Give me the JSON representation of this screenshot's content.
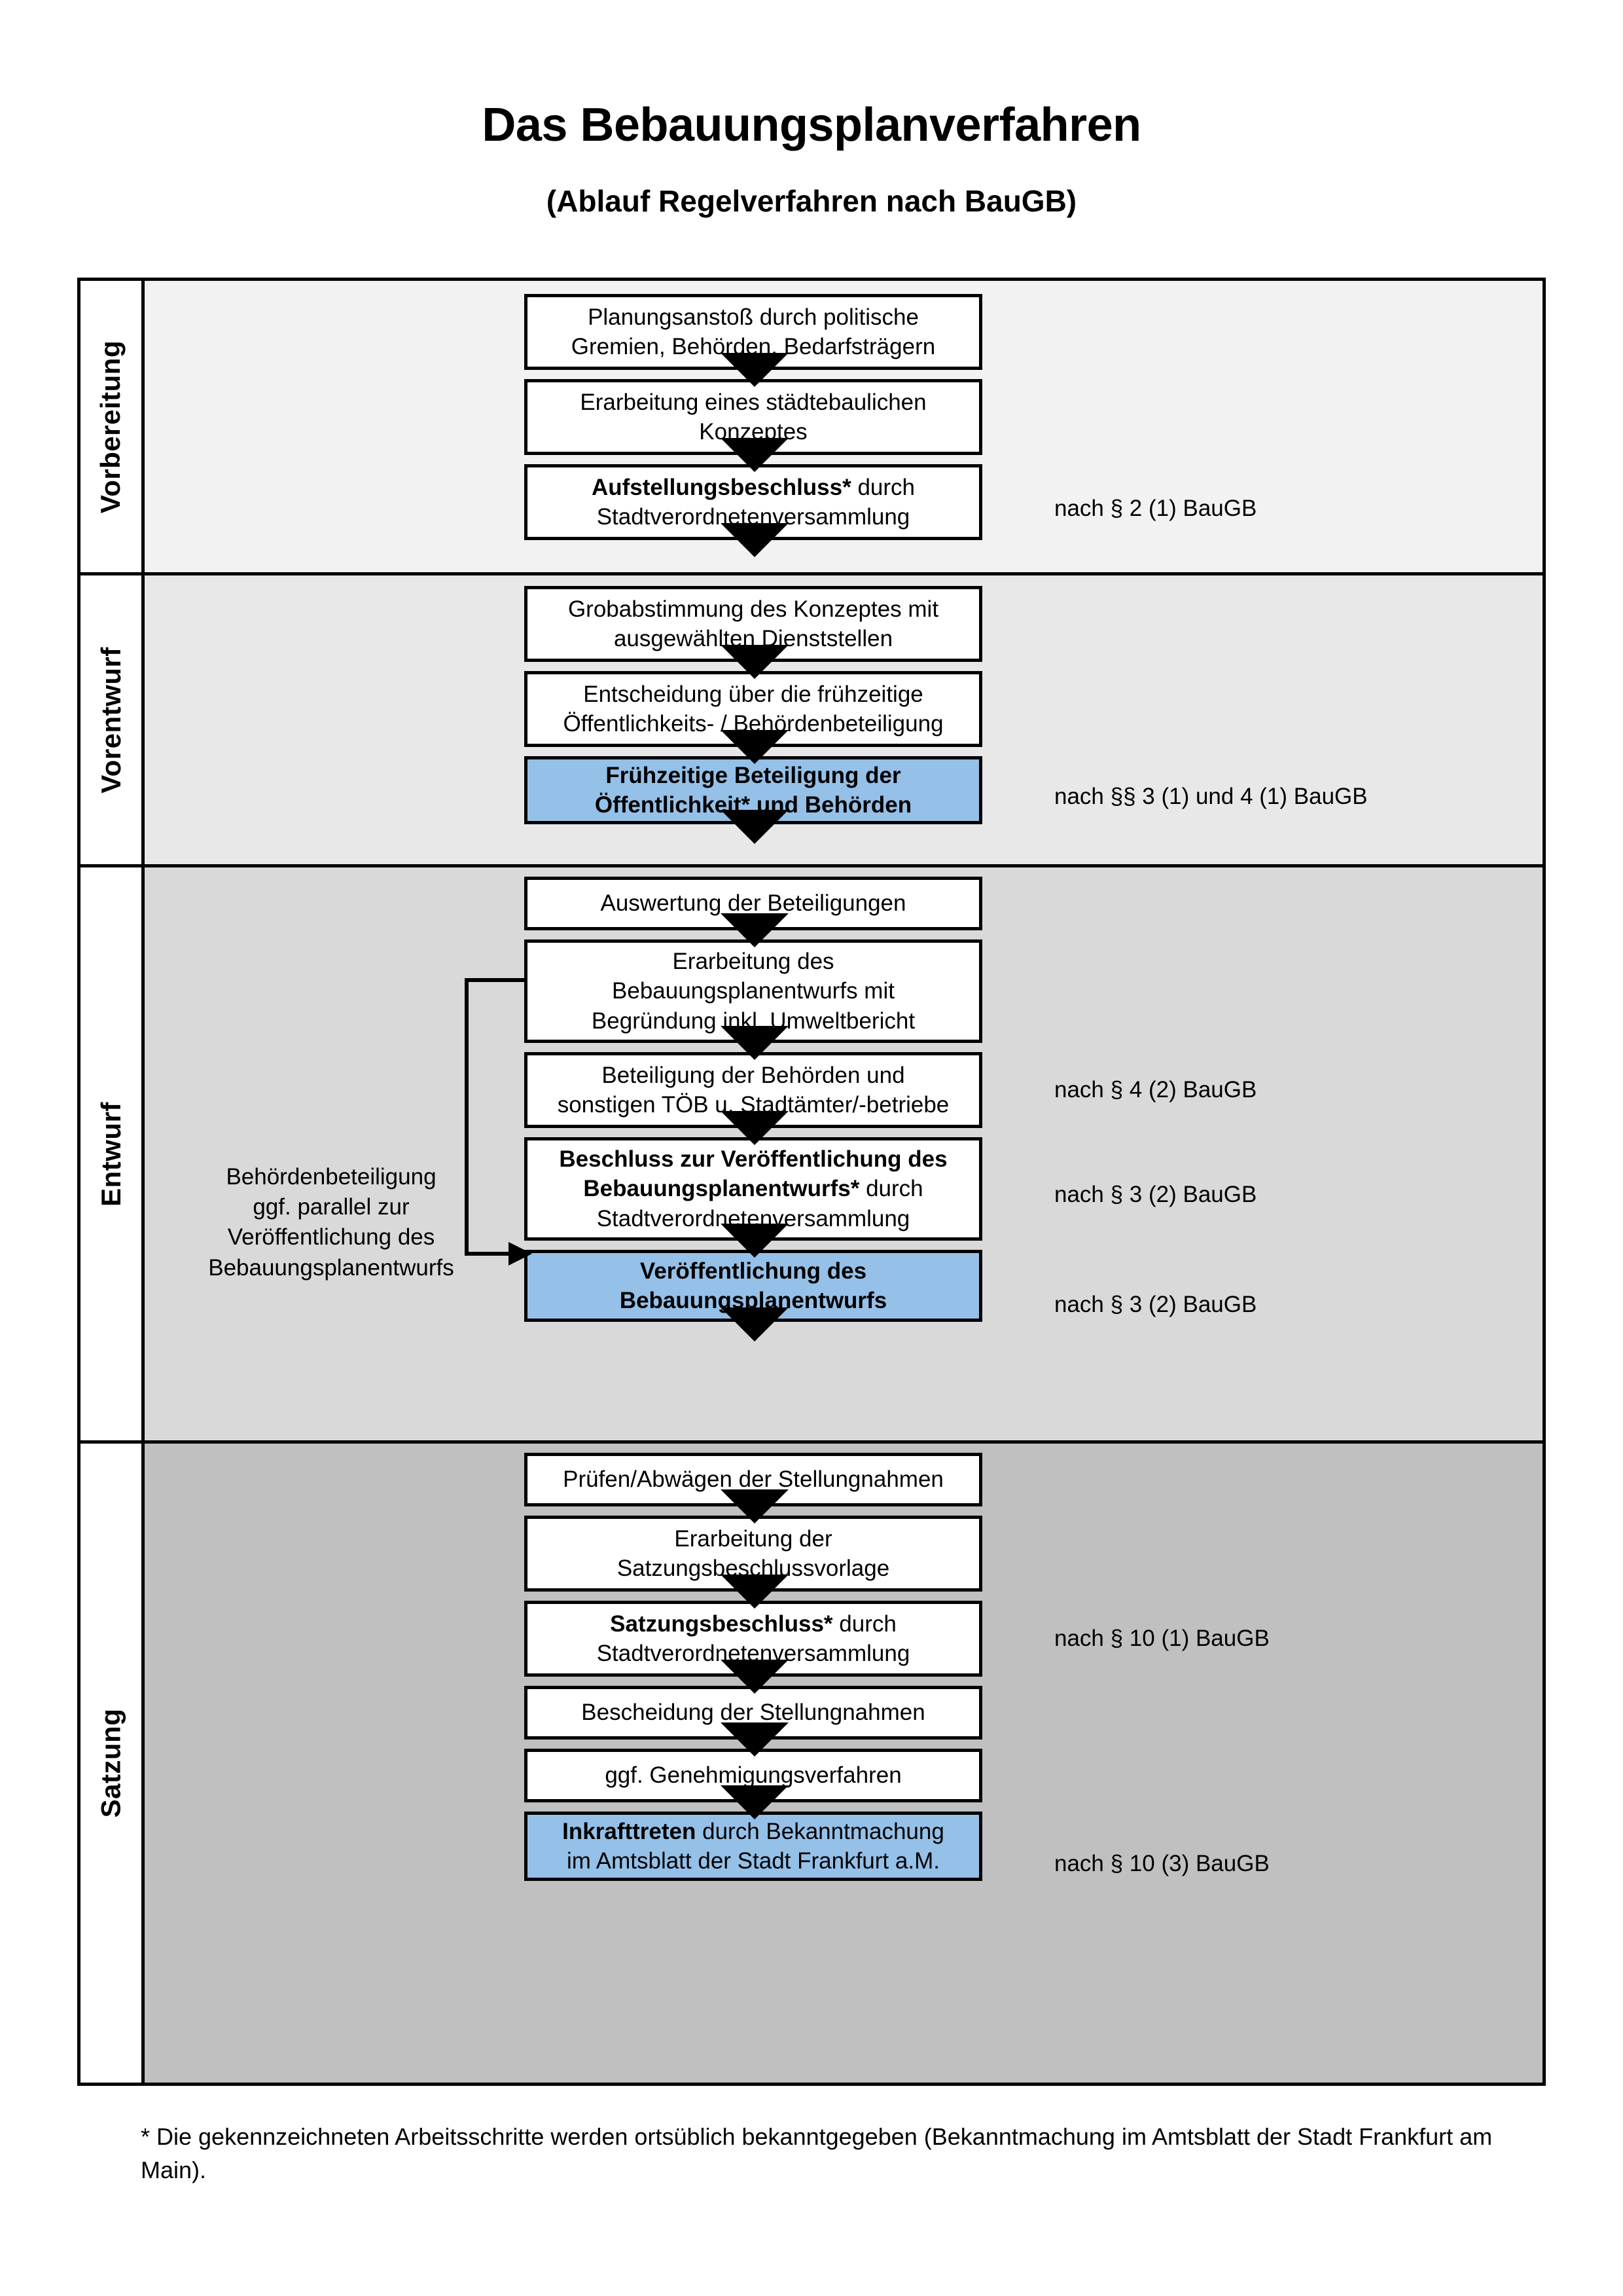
{
  "header": {
    "title": "Das Bebauungsplanverfahren",
    "subtitle": "(Ablauf Regelverfahren nach BauGB)"
  },
  "colors": {
    "highlight_blue": "#95c0e8",
    "band_vorbereitung": "#f2f2f2",
    "band_vorentwurf": "#e8e8e8",
    "band_entwurf": "#d9d9d9",
    "band_satzung": "#c0c0c0",
    "border": "#000000"
  },
  "phases": [
    {
      "id": "vorbereitung",
      "label": "Vorbereitung",
      "background": "#f2f2f2",
      "steps": [
        {
          "text": "Planungsanstoß durch politische Gremien, Behörden, Bedarfsträgern",
          "bold_prefix": "",
          "highlight": false
        },
        {
          "text": "Erarbeitung eines städtebaulichen Konzeptes",
          "bold_prefix": "",
          "highlight": false
        },
        {
          "text": "Stadtverordnetenversammlung",
          "bold_prefix": "Aufstellungsbeschluss*",
          "bold_suffix": " durch",
          "highlight": false
        }
      ],
      "law_refs": [
        {
          "text": "nach § 2 (1) BauGB"
        }
      ]
    },
    {
      "id": "vorentwurf",
      "label": "Vorentwurf",
      "background": "#e8e8e8",
      "steps": [
        {
          "text": "Grobabstimmung des Konzeptes mit ausgewählten Dienststellen",
          "highlight": false
        },
        {
          "text": "Entscheidung über die frühzeitige Öffentlichkeits- / Behördenbeteiligung",
          "highlight": false
        },
        {
          "text": "Frühzeitige Beteiligung der Öffentlichkeit* und Behörden",
          "highlight": true
        }
      ],
      "law_refs": [
        {
          "text": "nach §§ 3 (1) und 4 (1) BauGB"
        }
      ]
    },
    {
      "id": "entwurf",
      "label": "Entwurf",
      "background": "#d9d9d9",
      "sidenote": "Behördenbeteiligung ggf. parallel zur Veröffentlichung des Bebauungsplanentwurfs",
      "steps": [
        {
          "text": "Auswertung der Beteiligungen",
          "highlight": false
        },
        {
          "text": "Erarbeitung des Bebauungsplanentwurfs mit Begründung inkl. Umweltbericht",
          "highlight": false
        },
        {
          "text": "Beteiligung der Behörden und sonstigen TÖB u. Stadtämter/-betriebe",
          "highlight": false
        },
        {
          "text": "Stadtverordnetenversammlung",
          "bold_prefix": "Beschluss zur Veröffentlichung des Bebauungsplanentwurfs*",
          "bold_suffix": " durch",
          "highlight": false
        },
        {
          "text": "Veröffentlichung des Bebauungsplanentwurfs",
          "highlight": true
        }
      ],
      "law_refs": [
        {
          "text": "nach § 4 (2) BauGB"
        },
        {
          "text": "nach § 3 (2) BauGB"
        },
        {
          "text": "nach § 3 (2) BauGB"
        }
      ]
    },
    {
      "id": "satzung",
      "label": "Satzung",
      "background": "#c0c0c0",
      "steps": [
        {
          "text": "Prüfen/Abwägen der Stellungnahmen",
          "highlight": false
        },
        {
          "text": "Erarbeitung der Satzungsbeschlussvorlage",
          "highlight": false
        },
        {
          "text": "Stadtverordnetenversammlung",
          "bold_prefix": "Satzungsbeschluss*",
          "bold_suffix": " durch",
          "highlight": false
        },
        {
          "text": "Bescheidung der Stellungnahmen",
          "highlight": false
        },
        {
          "text": "ggf. Genehmigungsverfahren",
          "highlight": false
        },
        {
          "text": "durch Bekanntmachung im Amtsblatt der Stadt Frankfurt a.M.",
          "bold_prefix": "Inkrafttreten",
          "highlight": true
        }
      ],
      "law_refs": [
        {
          "text": "nach § 10 (1) BauGB"
        },
        {
          "text": "nach § 10 (3) BauGB"
        }
      ]
    }
  ],
  "steps_flat": {
    "s1_l1": "Planungsanstoß durch politische",
    "s1_l2": "Gremien, Behörden, Bedarfsträgern",
    "s2_l1": "Erarbeitung eines städtebaulichen",
    "s2_l2": "Konzeptes",
    "s3_b": "Aufstellungsbeschluss*",
    "s3_t1": " durch",
    "s3_l2": "Stadtverordnetenversammlung",
    "s4_l1": "Grobabstimmung des Konzeptes mit",
    "s4_l2": "ausgewählten Dienststellen",
    "s5_l1": "Entscheidung über die frühzeitige",
    "s5_l2": "Öffentlichkeits- / Behördenbeteiligung",
    "s6_l1": "Frühzeitige Beteiligung der",
    "s6_l2": "Öffentlichkeit* und Behörden",
    "s7_l1": "Auswertung der Beteiligungen",
    "s8_l1": "Erarbeitung des",
    "s8_l2": "Bebauungsplanentwurfs mit",
    "s8_l3": "Begründung inkl. Umweltbericht",
    "s9_l1": "Beteiligung der Behörden und",
    "s9_l2": "sonstigen TÖB u. Stadtämter/-betriebe",
    "s10_b1": "Beschluss zur Veröffentlichung des",
    "s10_b2": "Bebauungsplanentwurfs*",
    "s10_t1": " durch",
    "s10_l3": "Stadtverordnetenversammlung",
    "s11_l1": "Veröffentlichung des",
    "s11_l2": "Bebauungsplanentwurfs",
    "s12_l1": "Prüfen/Abwägen der Stellungnahmen",
    "s13_l1": "Erarbeitung der",
    "s13_l2": "Satzungsbeschlussvorlage",
    "s14_b": "Satzungsbeschluss*",
    "s14_t1": " durch",
    "s14_l2": "Stadtverordnetenversammlung",
    "s15_l1": "Bescheidung der Stellungnahmen",
    "s16_l1": "ggf. Genehmigungsverfahren",
    "s17_b": "Inkrafttreten",
    "s17_t1": " durch Bekanntmachung",
    "s17_l2": "im Amtsblatt der Stadt Frankfurt a.M."
  },
  "sidenote_lines": {
    "l1": "Behördenbeteiligung",
    "l2": "ggf. parallel zur",
    "l3": "Veröffentlichung des",
    "l4": "Bebauungsplanentwurfs"
  },
  "law_refs_flat": {
    "r1": "nach § 2 (1) BauGB",
    "r2": "nach §§ 3 (1) und 4 (1) BauGB",
    "r3": "nach § 4 (2) BauGB",
    "r4": "nach § 3 (2) BauGB",
    "r5": "nach § 3 (2) BauGB",
    "r6": "nach § 10 (1) BauGB",
    "r7": "nach § 10 (3) BauGB"
  },
  "phase_labels": {
    "p1": "Vorbereitung",
    "p2": "Vorentwurf",
    "p3": "Entwurf",
    "p4": "Satzung"
  },
  "footnote": {
    "line1": "* Die gekennzeichneten Arbeitsschritte werden ortsüblich bekanntgegeben (Bekanntmachung im Amtsblatt  der Stadt",
    "line2": "Frankfurt am Main)."
  }
}
